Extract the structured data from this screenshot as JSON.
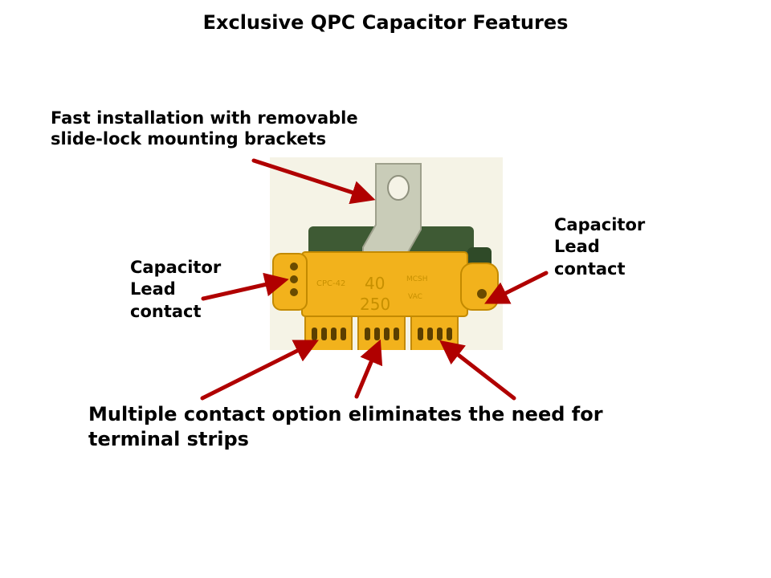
{
  "title": "Exclusive QPC Capacitor Features",
  "callouts": {
    "bracket": {
      "lines": [
        "Fast installation with removable",
        "slide-lock mounting brackets"
      ]
    },
    "left_lead": {
      "lines": [
        "Capacitor",
        "Lead",
        "contact"
      ]
    },
    "right_lead": {
      "lines": [
        "Capacitor",
        "Lead",
        "contact"
      ]
    },
    "multi_contact": {
      "lines": [
        "Multiple contact option eliminates the need for",
        "terminal strips"
      ]
    }
  },
  "colors": {
    "arrow": "#b00000",
    "body_yellow": "#f2b21c",
    "housing_green": "#3e5a34",
    "bracket_gray": "#c9ccb8"
  }
}
